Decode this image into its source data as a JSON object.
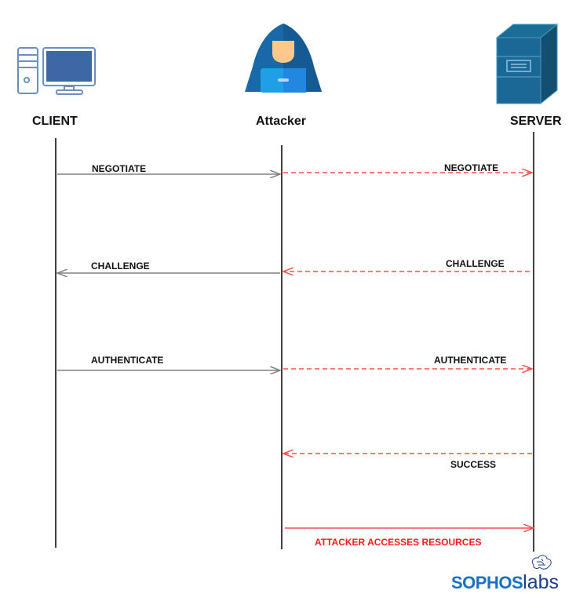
{
  "actors": [
    {
      "id": "client",
      "label": "CLIENT",
      "icon": "desktop-computer-icon"
    },
    {
      "id": "attacker",
      "label": "Attacker",
      "icon": "hooded-hacker-icon"
    },
    {
      "id": "server",
      "label": "SERVER",
      "icon": "server-tower-icon"
    }
  ],
  "messages": [
    {
      "label": "NEGOTIATE",
      "from": "client",
      "to": "attacker",
      "style": "solid-gray"
    },
    {
      "label": "NEGOTIATE",
      "from": "attacker",
      "to": "server",
      "style": "dashed-red"
    },
    {
      "label": "CHALLENGE",
      "from": "attacker",
      "to": "client",
      "style": "solid-gray"
    },
    {
      "label": "CHALLENGE",
      "from": "server",
      "to": "attacker",
      "style": "dashed-red"
    },
    {
      "label": "AUTHENTICATE",
      "from": "client",
      "to": "attacker",
      "style": "solid-gray"
    },
    {
      "label": "AUTHENTICATE",
      "from": "attacker",
      "to": "server",
      "style": "dashed-red"
    },
    {
      "label": "SUCCESS",
      "from": "server",
      "to": "attacker",
      "style": "dashed-red"
    },
    {
      "label": "ATTACKER ACCESSES RESOURCES",
      "from": "attacker",
      "to": "server",
      "style": "solid-red"
    }
  ],
  "colors": {
    "gray_arrow": "#808080",
    "red_arrow": "#ff4d4d",
    "lifeline": "#4a3c3c",
    "icon_blue": "#1a6aa0"
  },
  "logo": {
    "part1": "SOPHOS",
    "part2": "labs",
    "icon": "brain-circuit-icon"
  }
}
